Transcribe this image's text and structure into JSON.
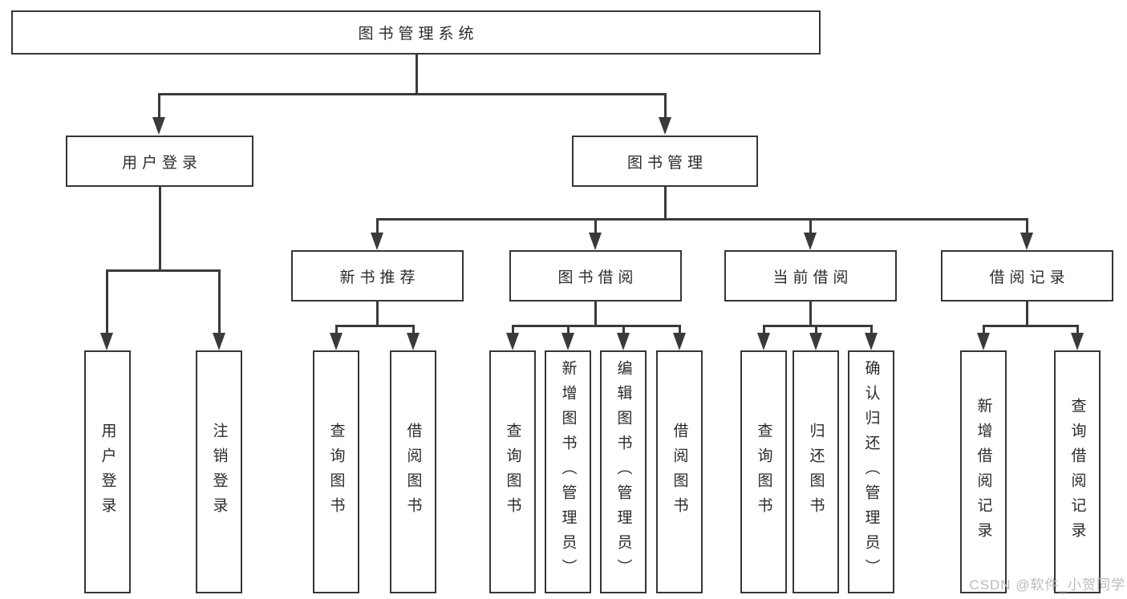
{
  "diagram": {
    "root": {
      "label": "图书管理系统"
    },
    "branches": [
      {
        "label": "用户登录",
        "leaves": [
          {
            "label": "用户登录"
          },
          {
            "label": "注销登录"
          }
        ]
      },
      {
        "label": "图书管理",
        "sections": [
          {
            "label": "新书推荐",
            "leaves": [
              {
                "label": "查询图书"
              },
              {
                "label": "借阅图书"
              }
            ]
          },
          {
            "label": "图书借阅",
            "leaves": [
              {
                "label": "查询图书"
              },
              {
                "label": "新增图书（管理员）"
              },
              {
                "label": "编辑图书（管理员）"
              },
              {
                "label": "借阅图书"
              }
            ]
          },
          {
            "label": "当前借阅",
            "leaves": [
              {
                "label": "查询图书"
              },
              {
                "label": "归还图书"
              },
              {
                "label": "确认归还（管理员）"
              }
            ]
          },
          {
            "label": "借阅记录",
            "leaves": [
              {
                "label": "新增借阅记录"
              },
              {
                "label": "查询借阅记录"
              }
            ]
          }
        ]
      }
    ]
  },
  "watermark": {
    "text": "CSDN @软件_小贺同学"
  },
  "colors": {
    "line": "#3a3a3a",
    "box_border": "#363636",
    "box_fill": "#ffffff",
    "text": "#2b2b2b",
    "background": "#ffffff",
    "watermark": "#bdb9b9"
  }
}
